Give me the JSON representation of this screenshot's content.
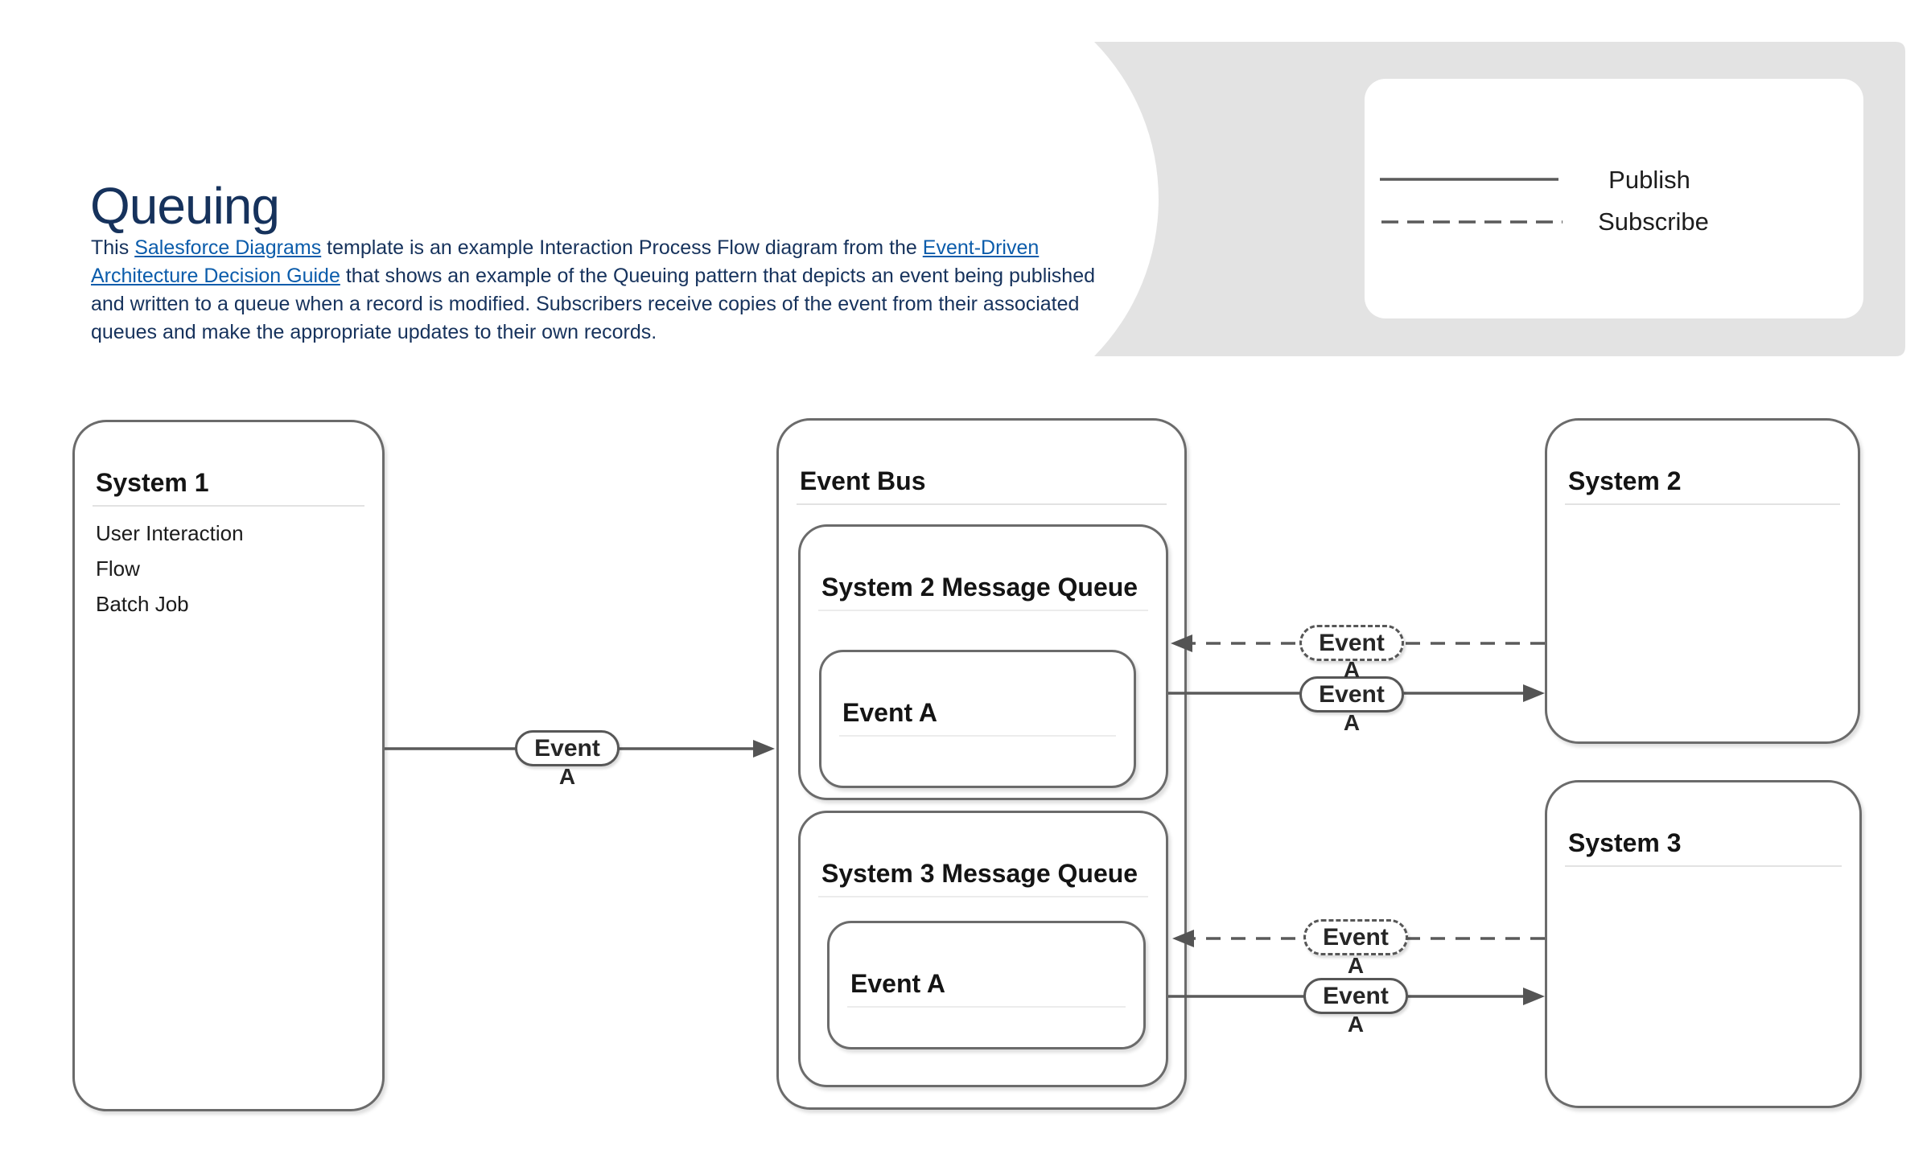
{
  "header": {
    "title": "Queuing",
    "paragraph": [
      {
        "text": "This ",
        "link": false
      },
      {
        "text": "Salesforce Diagrams",
        "link": true
      },
      {
        "text": " template is an example Interaction Process Flow diagram from the ",
        "link": false
      },
      {
        "text": "Event-Driven Architecture Decision Guide",
        "link": true
      },
      {
        "text": " that shows an example of the Queuing pattern that depicts an event being published and written to a queue when a record is modified.  Subscribers receive copies of the event from their associated queues and make the appropriate updates to their own records.",
        "link": false
      }
    ]
  },
  "legend": {
    "publish_label": "Publish",
    "subscribe_label": "Subscribe"
  },
  "diagram": {
    "system1": {
      "title": "System 1",
      "items": [
        "User Interaction",
        "Flow",
        "Batch Job"
      ]
    },
    "event_bus": {
      "title": "Event Bus"
    },
    "queue2": {
      "title": "System 2 Message Queue",
      "event": {
        "title": "Event A"
      }
    },
    "queue3": {
      "title": "System 3 Message Queue",
      "event": {
        "title": "Event A"
      }
    },
    "system2": {
      "title": "System 2"
    },
    "system3": {
      "title": "System 3"
    },
    "pills": [
      {
        "id": "publish-system1-to-eventbus",
        "label": "Event",
        "sub": "A",
        "style": "solid"
      },
      {
        "id": "subscribe-system2-to-queue2",
        "label": "Event",
        "sub": "A",
        "style": "dashed"
      },
      {
        "id": "publish-queue2-to-system2",
        "label": "Event",
        "sub": "A",
        "style": "solid"
      },
      {
        "id": "subscribe-system3-to-queue3",
        "label": "Event",
        "sub": "A",
        "style": "dashed"
      },
      {
        "id": "publish-queue3-to-system3",
        "label": "Event",
        "sub": "A",
        "style": "solid"
      }
    ]
  },
  "colors": {
    "title_navy": "#16325c",
    "link_blue": "#0b5cab",
    "box_border_gray": "#6b6b6b",
    "line_gray": "#5a5a5a",
    "decoration_gray": "#e3e3e3",
    "divider_gray": "#e2e2e2"
  }
}
